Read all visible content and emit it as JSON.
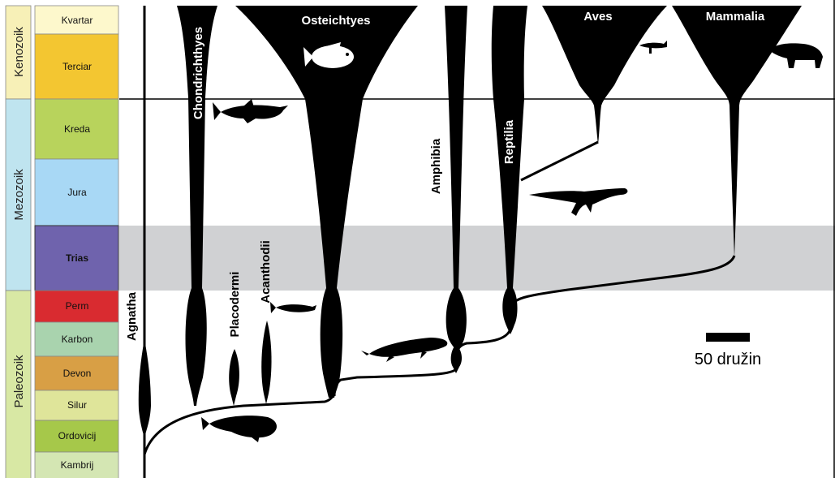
{
  "eras": [
    {
      "name": "Kenozoik",
      "color": "#f7f0b7"
    },
    {
      "name": "Mezozoik",
      "color": "#bfe4ef"
    },
    {
      "name": "Paleozoik",
      "color": "#d8e8a4"
    }
  ],
  "periods": [
    {
      "name": "Kvartar",
      "color": "#fdf8cc",
      "bold": false
    },
    {
      "name": "Terciar",
      "color": "#f3c631",
      "bold": false
    },
    {
      "name": "Kreda",
      "color": "#b8d35c",
      "bold": false
    },
    {
      "name": "Jura",
      "color": "#a8d8f5",
      "bold": false
    },
    {
      "name": "Trias",
      "color": "#6f63ad",
      "bold": true
    },
    {
      "name": "Perm",
      "color": "#d92b30",
      "bold": false
    },
    {
      "name": "Karbon",
      "color": "#a9d3ae",
      "bold": false
    },
    {
      "name": "Devon",
      "color": "#d89f45",
      "bold": false
    },
    {
      "name": "Silur",
      "color": "#dfe59a",
      "bold": false
    },
    {
      "name": "Ordovicij",
      "color": "#a6c84a",
      "bold": false
    },
    {
      "name": "Kambrij",
      "color": "#d4e6b3",
      "bold": false
    }
  ],
  "taxa": {
    "agnatha": "Agnatha",
    "chondrichthyes": "Chondrichthyes",
    "placodermi": "Placodermi",
    "acanthodii": "Acanthodii",
    "osteichtyes": "Osteichtyes",
    "amphibia": "Amphibia",
    "reptilia": "Reptilia",
    "aves": "Aves",
    "mammalia": "Mammalia"
  },
  "scale_bar": {
    "label": "50 družin"
  },
  "colors": {
    "highlight_band": "#d0d1d3",
    "branch": "#000000",
    "taxon_label_on_black": "#ffffff",
    "taxon_label_on_white": "#000000"
  }
}
